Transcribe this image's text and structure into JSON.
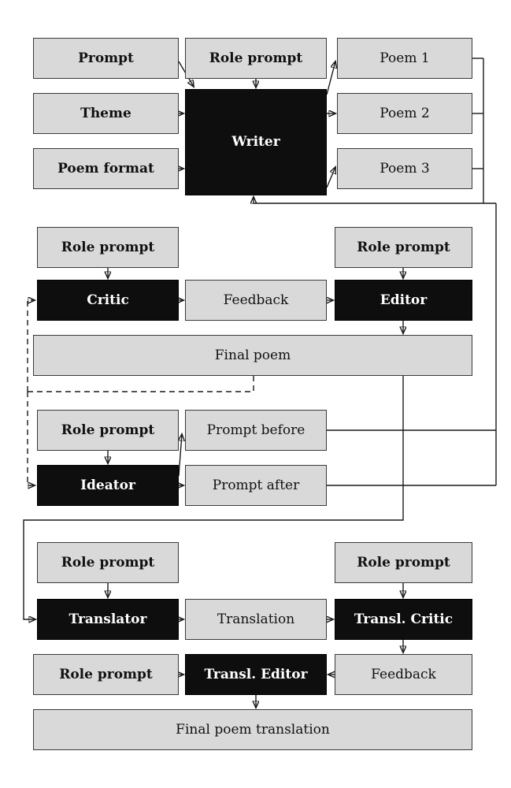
{
  "nodes": {
    "prompt": "Prompt",
    "role_prompt_writer": "Role prompt",
    "poem1": "Poem 1",
    "theme": "Theme",
    "writer": "Writer",
    "poem2": "Poem 2",
    "poem_format": "Poem format",
    "poem3": "Poem 3",
    "role_prompt_critic": "Role prompt",
    "role_prompt_editor": "Role prompt",
    "critic": "Critic",
    "feedback": "Feedback",
    "editor": "Editor",
    "final_poem": "Final poem",
    "role_prompt_ideator": "Role prompt",
    "prompt_before": "Prompt before",
    "ideator": "Ideator",
    "prompt_after": "Prompt after",
    "role_prompt_translator": "Role prompt",
    "role_prompt_transl_critic": "Role prompt",
    "translator": "Translator",
    "translation": "Translation",
    "transl_critic": "Transl. Critic",
    "role_prompt_transl_editor": "Role prompt",
    "transl_editor": "Transl. Editor",
    "transl_feedback": "Feedback",
    "final_poem_translation": "Final poem translation"
  },
  "colors": {
    "background": "#ffffff",
    "box_fill": "#d9d9d9",
    "agent_fill": "#0e0e0e",
    "agent_text": "#ffffff",
    "line": "#1a1a1a",
    "border": "#3a3a3a"
  }
}
